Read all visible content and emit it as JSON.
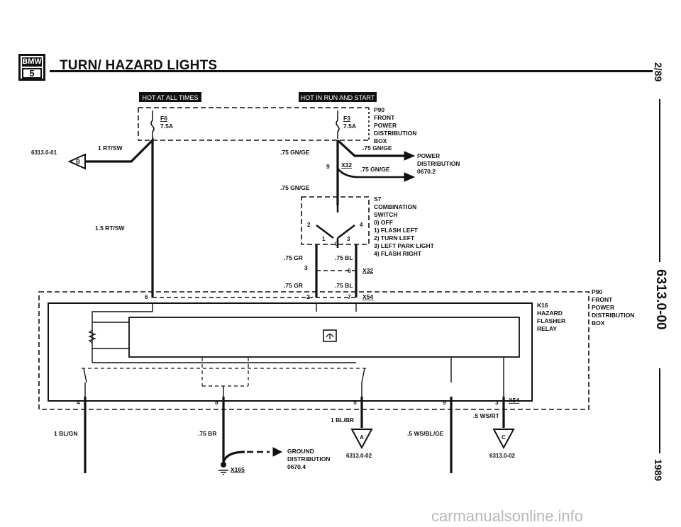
{
  "header": {
    "logo_top": "BMW",
    "logo_num": "5",
    "title": "TURN/ HAZARD LIGHTS"
  },
  "side": {
    "date": "2/89",
    "code": "6313.0-00",
    "year": "1989"
  },
  "diagram": {
    "hot_all_times": "HOT AT ALL TIMES",
    "hot_run_start": "HOT IN RUN AND START",
    "fuse1_id": "F6",
    "fuse1_amp": "7.5A",
    "fuse2_id": "F3",
    "fuse2_amp": "7.5A",
    "p90_top": [
      "P90",
      "FRONT",
      "POWER",
      "DISTRIBUTION",
      "BOX"
    ],
    "p90_right": [
      "P90",
      "FRONT",
      "POWER",
      "DISTRIBUTION",
      "BOX"
    ],
    "ref_left": "6313.0-01",
    "conn_b": "B",
    "wire_rtsw_1": "1 RT/SW",
    "wire_rtsw_15": "1.5 RT/SW",
    "wire_gnge_a": ".75 GN/GE",
    "wire_gnge_b": ".75 GN/GE",
    "wire_gnge_c": ".75 GN/GE",
    "wire_gnge_d": ".75 GN/GE",
    "x32_pin": "9",
    "x32_a": "X32",
    "x32_b": "X32",
    "power_dist": [
      "POWER",
      "DISTRIBUTION",
      "0670.2"
    ],
    "s7": [
      "S7",
      "COMBINATION",
      "SWITCH",
      "0) OFF",
      "1) FLASH LEFT",
      "2) TURN LEFT",
      "3) LEFT PARK LIGHT",
      "4) FLASH RIGHT"
    ],
    "sw_pos": [
      "2",
      "4",
      "1",
      "0",
      "3"
    ],
    "wire_gr_1": ".75 GR",
    "wire_gr_2": ".75 GR",
    "wire_bl_1": ".75 BL",
    "wire_bl_2": ".75 BL",
    "pin_3": "3",
    "pin_6": "6",
    "pin_6b": "6",
    "pin_2": "2",
    "pin_7": "7",
    "x54_a": "X54",
    "x54_b": "X54",
    "k16": [
      "K16",
      "HAZARD",
      "FLASHER",
      "RELAY"
    ],
    "pins_bottom": [
      "4",
      "8",
      "5",
      "9",
      "3"
    ],
    "wire_blgn": "1 BL/GN",
    "wire_br": ".75 BR",
    "wire_blbr": "1 BL/BR",
    "wire_wsblge": ".5 WS/BL/GE",
    "wire_wsrt": ".5 WS/RT",
    "conn_a": "A",
    "conn_c": "C",
    "ref_a": "6313.0-02",
    "ref_c": "6313.0-02",
    "ground": [
      "GROUND",
      "DISTRIBUTION",
      "0670.4"
    ],
    "x165": "X165"
  },
  "watermark": "carmanualsonline.info"
}
